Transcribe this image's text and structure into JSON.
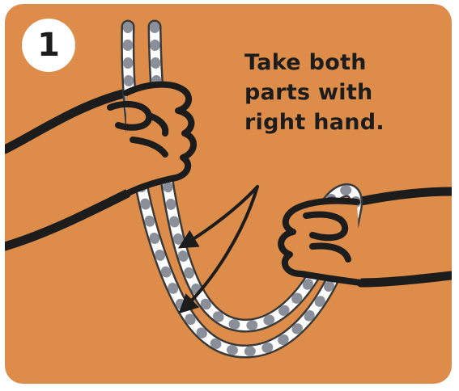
{
  "colors": {
    "panel_bg": "#dd8d49",
    "ink": "#1c1c1c",
    "rope": "#ffffff",
    "rope_stripe": "#8a8f9a",
    "badge_bg": "#ffffff"
  },
  "step": {
    "number": "1"
  },
  "instruction": {
    "lines": [
      "Take both",
      "parts with",
      "right hand."
    ]
  },
  "icons": {
    "left_hand": "hand-gripping-rope",
    "right_hand": "hand-holding-loop",
    "arrows": "pointer-arrow"
  }
}
